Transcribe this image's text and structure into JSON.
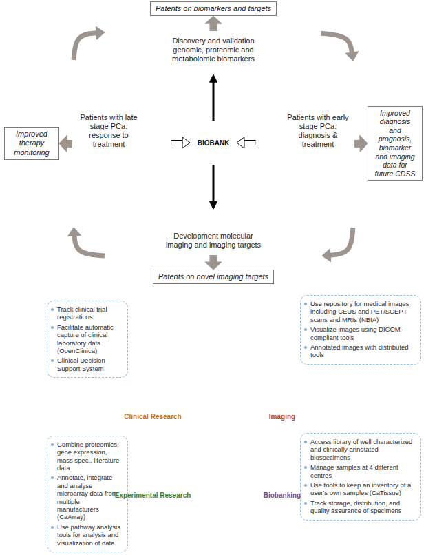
{
  "diagram": {
    "nodes": [
      {
        "text": [
          "Patents on biomarkers and targets"
        ]
      },
      {
        "text": [
          "Discovery and validation genomic, proteomic and metabolomic biomarkers"
        ]
      },
      {
        "text": [
          "Patients with late stage PCa: response to treatment"
        ]
      },
      {
        "text": [
          "BIOBANK"
        ]
      },
      {
        "text": [
          "Patients with early stage PCa: diagnosis & treatment"
        ]
      },
      {
        "text": [
          "Improved therapy monitoring"
        ]
      },
      {
        "text": [
          "Improved diagnosis and prognosis, biomarker and imaging data for future CDSS"
        ]
      },
      {
        "text": [
          "Development molecular imaging and imaging targets"
        ]
      },
      {
        "text": [
          "Patents on novel imaging targets"
        ]
      },
      {
        "text": [
          "Track clinical trial registrations",
          "Facilitate automatic capture of clinical laboratory data (OpenClinica)",
          "Clinical Decision Support System"
        ]
      },
      {
        "text": [
          "Clinical Research"
        ]
      },
      {
        "text": [
          "Imaging"
        ]
      },
      {
        "text": [
          "Use repository for medical images including CEUS and PET/SCEPT scans and MRIs (NBIA)",
          "Visualize images using DICOM-compliant tools",
          "Annotated images with distributed tools"
        ]
      },
      {
        "text": [
          "Combine proteomics, gene expression, mass spec., literature data",
          "Annotate, integrate and analyse microarray data from multiple manufacturers (CaArray)",
          "Use pathway analysis tools for analysis and visualization of data"
        ]
      },
      {
        "text": [
          "Experimental Research"
        ]
      },
      {
        "text": [
          "Biobanking"
        ]
      },
      {
        "text": [
          "Access library of well characterized and clinically annotated biospecimens",
          "Manage samples at 4 different centres",
          "Use tools to keep an inventory of a user's own samples (CaTissue)",
          "Track storage, distribution, and quality assurance of specimens"
        ]
      }
    ],
    "edges": [
      {
        "from": 1,
        "to": 0,
        "arrow": "to"
      },
      {
        "from": 4,
        "to": 6,
        "arrow": "to"
      },
      {
        "from": 7,
        "to": 8,
        "arrow": "to"
      },
      {
        "from": 2,
        "to": 5,
        "arrow": "to"
      },
      {
        "from": 1,
        "to": 4,
        "arrow": "to"
      },
      {
        "from": 4,
        "to": 7,
        "arrow": "to"
      },
      {
        "from": 7,
        "to": 2,
        "arrow": "to"
      },
      {
        "from": 2,
        "to": 1,
        "arrow": "to"
      },
      {
        "from": 3,
        "to": 1,
        "arrow": "to"
      },
      {
        "from": 3,
        "to": 7,
        "arrow": "to"
      },
      {
        "from": 4,
        "to": 3,
        "arrow": "to"
      },
      {
        "from": 2,
        "to": 3,
        "arrow": "to"
      }
    ]
  }
}
